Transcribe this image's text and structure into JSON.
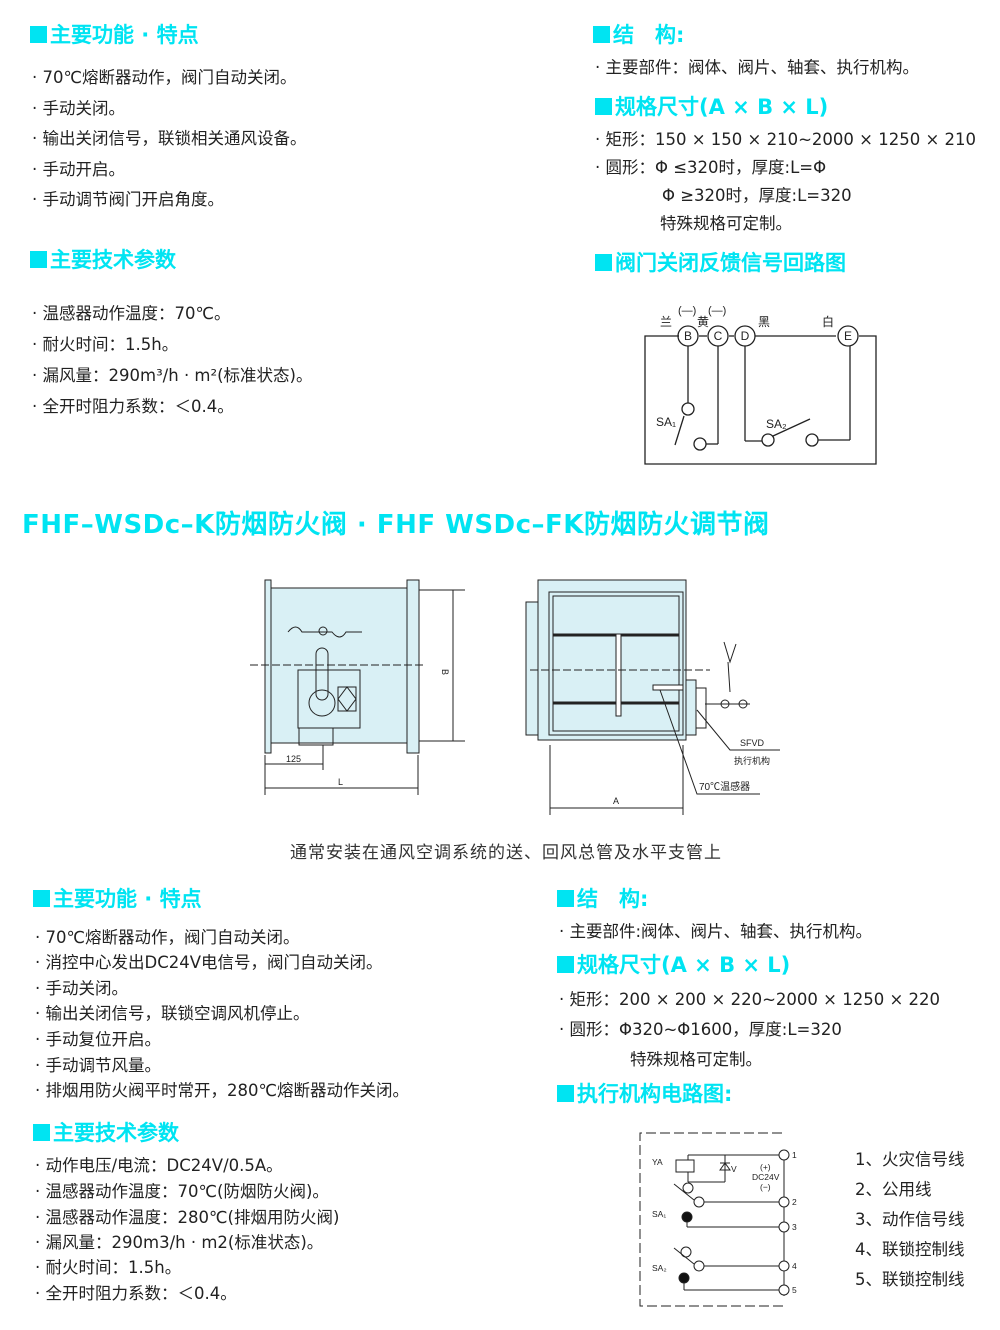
{
  "s1": {
    "features_heading": "主要功能 · 特点",
    "features": [
      "70℃熔断器动作，阀门自动关闭。",
      "手动关闭。",
      "输出关闭信号，联锁相关通风设备。",
      "手动开启。",
      "手动调节阀门开启角度。"
    ],
    "params_heading": "主要技术参数",
    "params": [
      "温感器动作温度：70℃。",
      "耐火时间：1.5h。",
      "漏风量：290m³/h · m²(标准状态)。",
      "全开时阻力系数：＜0.4。"
    ],
    "structure_heading": "结　构:",
    "structure": [
      "主要部件：阀体、阀片、轴套、执行机构。"
    ],
    "spec_heading": "规格尺寸(A × B × L)",
    "spec": [
      "矩形：150 × 150 × 210~2000 × 1250 × 210",
      "圆形：Φ ≤320时，厚度:L=Φ"
    ],
    "spec_extra": [
      "Φ ≥320时，厚度:L=320",
      "特殊规格可定制。"
    ],
    "circuit_heading": "阀门关闭反馈信号回路图",
    "circuit": {
      "labels": [
        "兰",
        "黄",
        "黑",
        "白"
      ],
      "neg": "(—)",
      "terminals": [
        "B",
        "C",
        "D",
        "E"
      ],
      "sa1": "SA₁",
      "sa2": "SA₂"
    }
  },
  "title": "FHF–WSDc–K防烟防火阀 · FHF WSDc–FK防烟防火调节阀",
  "drawing": {
    "dim_b": "B",
    "dim_125": "125",
    "dim_l": "L",
    "dim_a": "A",
    "sfvd": "SFVD",
    "actuator": "执行机构",
    "sensor": "70℃温感器",
    "caption": "通常安装在通风空调系统的送、回风总管及水平支管上"
  },
  "s2": {
    "features_heading": "主要功能 · 特点",
    "features": [
      "70℃熔断器动作，阀门自动关闭。",
      "消控中心发出DC24V电信号，阀门自动关闭。",
      "手动关闭。",
      "输出关闭信号，联锁空调风机停止。",
      "手动复位开启。",
      "手动调节风量。",
      "排烟用防火阀平时常开，280℃熔断器动作关闭。"
    ],
    "params_heading": "主要技术参数",
    "params": [
      "动作电压/电流：DC24V/0.5A。",
      "温感器动作温度：70℃(防烟防火阀)。",
      "温感器动作温度：280℃(排烟用防火阀)",
      "漏风量：290m3/h · m2(标准状态)。",
      "耐火时间：1.5h。",
      "全开时阻力系数：＜0.4。"
    ],
    "structure_heading": "结　构:",
    "structure": [
      "主要部件:阀体、阀片、轴套、执行机构。"
    ],
    "spec_heading": "规格尺寸(A × B × L)",
    "spec": [
      "矩形：200 × 200 × 220~2000 × 1250 × 220",
      "圆形：Φ320~Φ1600，厚度:L=320"
    ],
    "spec_extra": [
      "特殊规格可定制。"
    ],
    "circuit_heading": "执行机构电路图:",
    "circuit": {
      "ya": "YA",
      "v": "V",
      "plus": "(+)",
      "dc": "DC24V",
      "minus": "(−)",
      "sa1": "SA₁",
      "sa2": "SA₂",
      "nums": [
        "1",
        "2",
        "3",
        "4",
        "5"
      ]
    },
    "legend": [
      "1、火灾信号线",
      "2、公用线",
      "3、动作信号线",
      "4、联锁控制线",
      "5、联锁控制线"
    ]
  }
}
